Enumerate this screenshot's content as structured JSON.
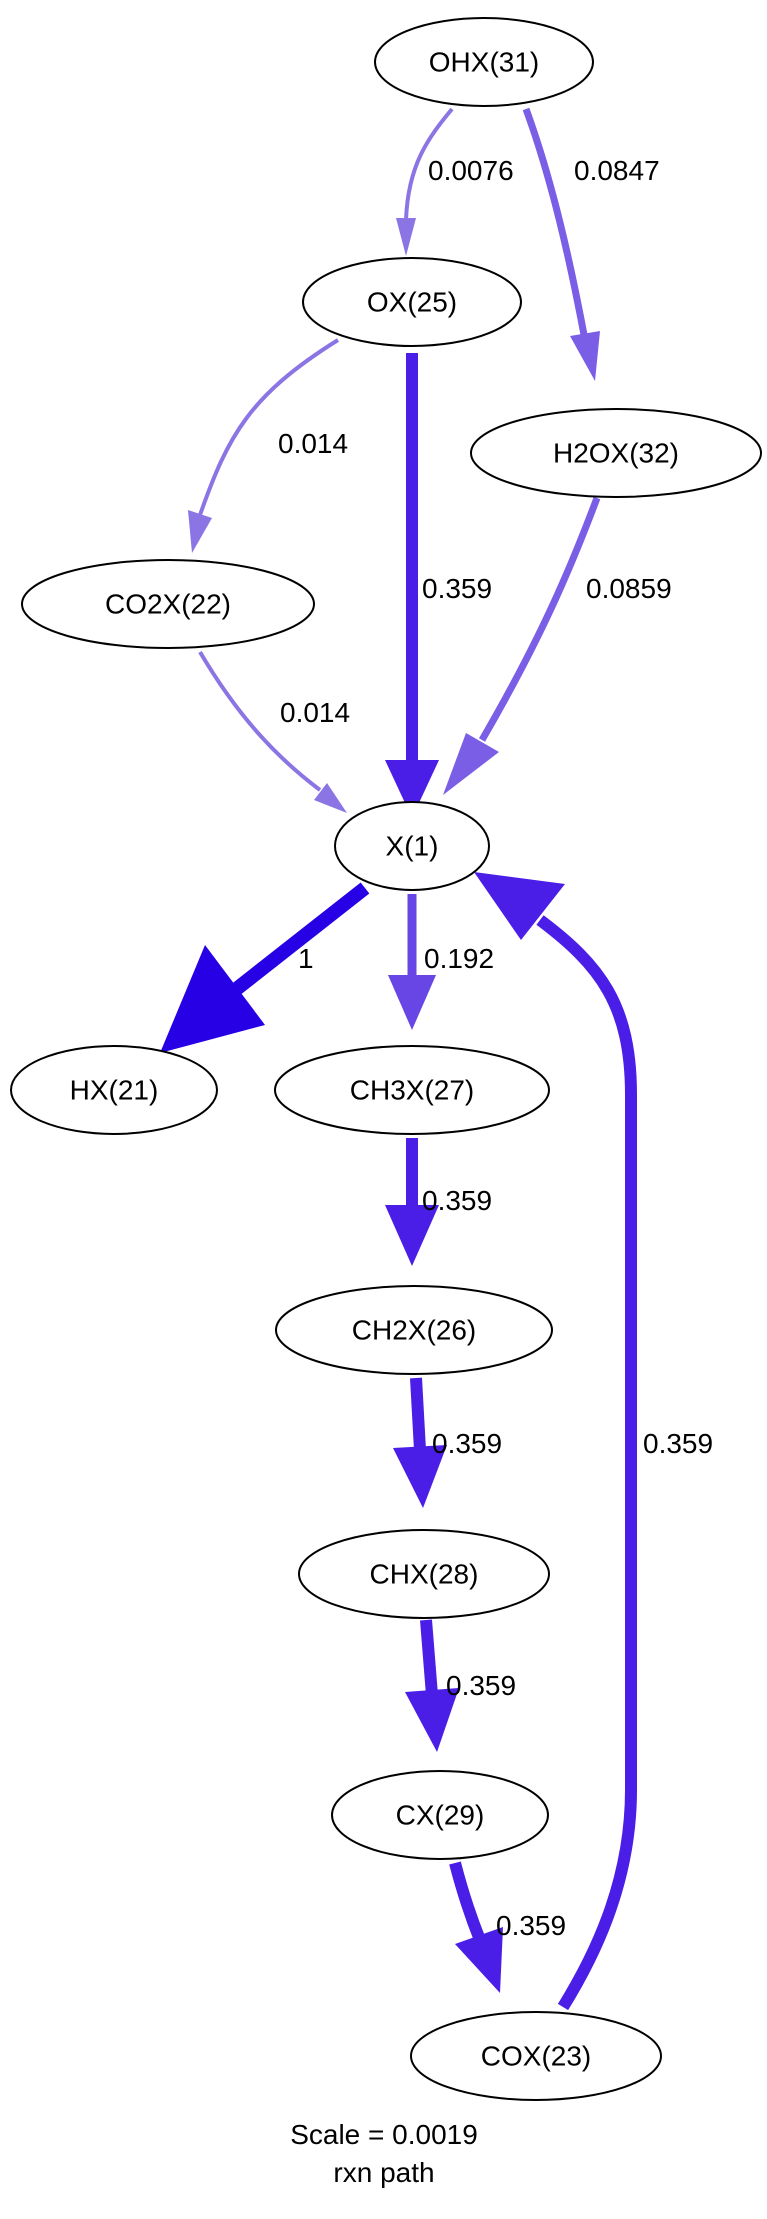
{
  "nodes": {
    "OHX31": "OHX(31)",
    "OX25": "OX(25)",
    "H2OX32": "H2OX(32)",
    "CO2X22": "CO2X(22)",
    "X1": "X(1)",
    "HX21": "HX(21)",
    "CH3X27": "CH3X(27)",
    "CH2X26": "CH2X(26)",
    "CHX28": "CHX(28)",
    "CX29": "CX(29)",
    "COX23": "COX(23)"
  },
  "edges": {
    "OHX31_OX25": "0.0076",
    "OHX31_H2OX32": "0.0847",
    "OX25_CO2X22": "0.014",
    "OX25_X1": "0.359",
    "H2OX32_X1": "0.0859",
    "CO2X22_X1": "0.014",
    "X1_HX21": "1",
    "X1_CH3X27": "0.192",
    "CH3X27_CH2X26": "0.359",
    "CH2X26_CHX28": "0.359",
    "CHX28_CX29": "0.359",
    "CX29_COX23": "0.359",
    "COX23_X1": "0.359"
  },
  "colors": {
    "weak": "#8b74e4",
    "medium": "#7a5ee6",
    "strong": "#4b1ee8",
    "strongest": "#2800e6"
  },
  "caption": {
    "scale": "Scale = 0.0019",
    "subtitle": "rxn path"
  }
}
